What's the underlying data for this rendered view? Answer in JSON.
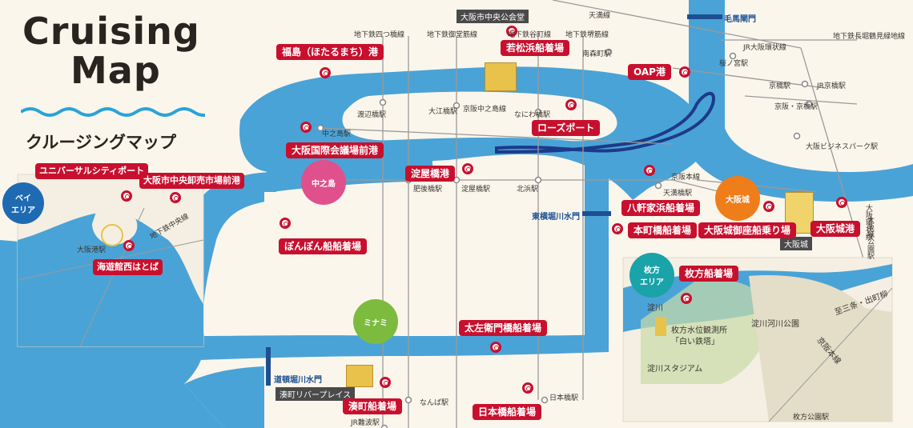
{
  "title": {
    "line1": "Cruising",
    "line2": "Map",
    "subtitle": "クルージングマップ"
  },
  "colors": {
    "river": "#4aa3d6",
    "land": "#fbf6ec",
    "port": "#c8102e",
    "route": "#1d3a8a",
    "nakanoshima": "#e0508c",
    "minami": "#7dbb3f",
    "osakajo": "#ef7d1a",
    "area_badge": "#1aa3a8",
    "bay_badge": "#1f6bb3",
    "gate": "#1d4f91"
  },
  "ports": {
    "fukushima": "福島（ほたるまち）港",
    "wakamatsuhama": "若松浜船着場",
    "oap": "OAP港",
    "rosepoint": "ローズポート",
    "kokusai": "大阪国際会議場前港",
    "yodoyabashi": "淀屋橋港",
    "hachikenya": "八軒家浜船着場",
    "honmachibashi": "本町橋船着場",
    "osakajo_gozabune": "大阪城御座船乗り場",
    "osakajo_port": "大阪城港",
    "ponpon": "ぽんぽん船船着場",
    "tazaemon": "太左衛門橋船着場",
    "minatomachi": "湊町船着場",
    "nipponbashi": "日本橋船着場",
    "universal": "ユニバーサルシティポート",
    "shijo": "大阪市中央卸売市場前港",
    "kaiyukan": "海遊館西はとば",
    "hirakata": "枚方船着場"
  },
  "rail_lines": {
    "yotsubashi": "地下鉄四つ橋線",
    "midosuji": "地下鉄御堂筋線",
    "tanimachi": "地下鉄谷町線",
    "sakaisuji": "地下鉄堺筋線",
    "tenma": "天満線",
    "jr_tozai": "JR大阪環状線",
    "nagahori": "地下鉄長堀鶴見緑地線",
    "keihan": "京阪本線",
    "jr_loop_east": "大阪環状線",
    "chuo": "地下鉄中央線"
  },
  "stations": {
    "watanabebashi": "渡辺橋駅",
    "oebashi": "大江橋駅",
    "naniwabashi": "なにわ橋駅",
    "nakanoshima": "中之島駅",
    "higobashi": "肥後橋駅",
    "yodoyabashi": "淀屋橋駅",
    "kitahama": "北浜駅",
    "tenmabashi": "天満橋駅",
    "minamimorimachi": "南森町駅",
    "sakuranomiya": "桜ノ宮駅",
    "kyobashi": "京橋駅",
    "keihan_kyobashi": "京阪・京橋駅",
    "jr_kyobashi": "JR京橋駅",
    "obp": "大阪ビジネスパーク駅",
    "morinomiya": "大阪城公園駅",
    "osakako": "大阪港駅",
    "namba": "なんば駅",
    "nipponbashi": "日本橋駅",
    "jr_namba": "JR難波駅",
    "hirakatakoen": "枚方公園駅",
    "naniwa_nakanoshima": "京阪中之島線"
  },
  "gates": {
    "kema": "毛馬閘門",
    "higashi_yokobori": "東横堀川水門",
    "dotonbori": "道頓堀川水門"
  },
  "landmarks": {
    "koukaido": "大阪市中央公会堂",
    "nakanoshima_circle": "中之島",
    "minami_circle": "ミナミ",
    "osakajo_circle": "大阪城",
    "osakajo_tag": "大阪城",
    "riverplace": "湊町リバープレイス"
  },
  "areas": {
    "bay": "ベイ\nエリア",
    "hirakata": "枚方\nエリア"
  },
  "hirakata_labels": {
    "yodogawa": "淀川",
    "kankoujo": "枚方水位観測所",
    "shirotetto": "「白い鉄塔」",
    "kasenkoen": "淀川河川公園",
    "stadium": "淀川スタジアム",
    "route": "至三条・出町柳",
    "keihan": "京阪本線"
  }
}
